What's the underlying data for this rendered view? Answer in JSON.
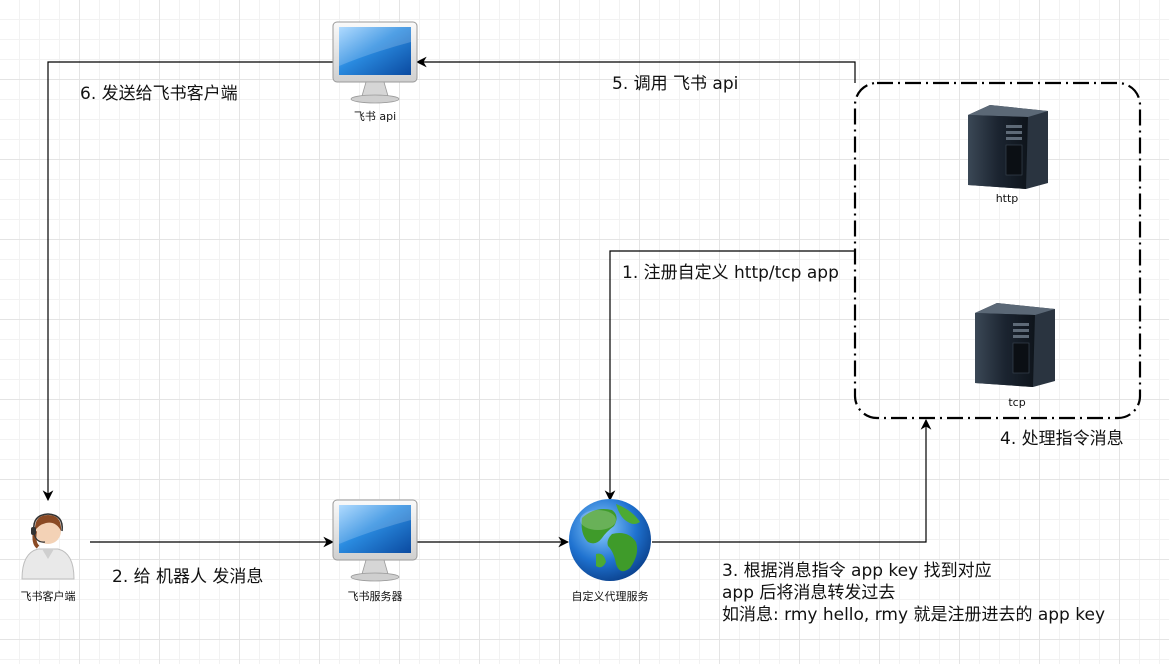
{
  "nodes": {
    "client": {
      "label": "飞书客户端",
      "icon": "user-operator-icon"
    },
    "feishu_server": {
      "label": "飞书服务器",
      "icon": "monitor-icon"
    },
    "proxy": {
      "label": "自定义代理服务",
      "icon": "globe-icon"
    },
    "feishu_api": {
      "label": "飞书 api",
      "icon": "monitor-icon"
    },
    "http_app": {
      "label": "http",
      "icon": "server-tower-icon"
    },
    "tcp_app": {
      "label": "tcp",
      "icon": "server-tower-icon"
    }
  },
  "steps": {
    "s1": "1. 注册自定义 http/tcp app",
    "s2": "2. 给 机器人 发消息",
    "s3": [
      "3. 根据消息指令 app key 找到对应",
      "app 后将消息转发过去",
      "如消息: rmy hello, rmy 就是注册进去的 app key"
    ],
    "s4": "4. 处理指令消息",
    "s5": "5. 调用 飞书 api",
    "s6": "6. 发送给飞书客户端"
  },
  "colors": {
    "edge": "#000000",
    "group_border": "#000000",
    "monitor_screen": "#1e7fd6",
    "globe_ocean": "#1d6fd1",
    "globe_land": "#3f9b2a",
    "server_body": "#1c2530"
  }
}
